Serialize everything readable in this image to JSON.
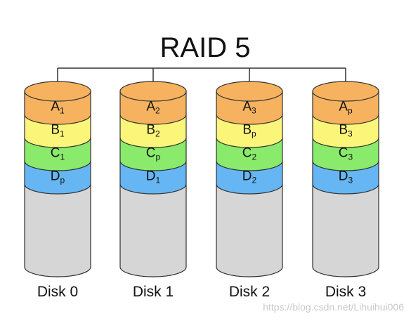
{
  "title": "RAID 5",
  "colors": {
    "A": "#f6b25f",
    "B": "#fbf57a",
    "C": "#89ea6b",
    "D": "#66b6f4",
    "empty": "#d6d6d6",
    "outline": "#303030"
  },
  "disks": [
    {
      "label": "Disk 0",
      "blocks": [
        {
          "row": "A",
          "main": "A",
          "sub": "1"
        },
        {
          "row": "B",
          "main": "B",
          "sub": "1"
        },
        {
          "row": "C",
          "main": "C",
          "sub": "1"
        },
        {
          "row": "D",
          "main": "D",
          "sub": "p"
        }
      ]
    },
    {
      "label": "Disk 1",
      "blocks": [
        {
          "row": "A",
          "main": "A",
          "sub": "2"
        },
        {
          "row": "B",
          "main": "B",
          "sub": "2"
        },
        {
          "row": "C",
          "main": "C",
          "sub": "p"
        },
        {
          "row": "D",
          "main": "D",
          "sub": "1"
        }
      ]
    },
    {
      "label": "Disk 2",
      "blocks": [
        {
          "row": "A",
          "main": "A",
          "sub": "3"
        },
        {
          "row": "B",
          "main": "B",
          "sub": "p"
        },
        {
          "row": "C",
          "main": "C",
          "sub": "2"
        },
        {
          "row": "D",
          "main": "D",
          "sub": "2"
        }
      ]
    },
    {
      "label": "Disk 3",
      "blocks": [
        {
          "row": "A",
          "main": "A",
          "sub": "p"
        },
        {
          "row": "B",
          "main": "B",
          "sub": "3"
        },
        {
          "row": "C",
          "main": "C",
          "sub": "3"
        },
        {
          "row": "D",
          "main": "D",
          "sub": "3"
        }
      ]
    }
  ],
  "watermark": "https://blog.csdn.net/Lihuihui006"
}
